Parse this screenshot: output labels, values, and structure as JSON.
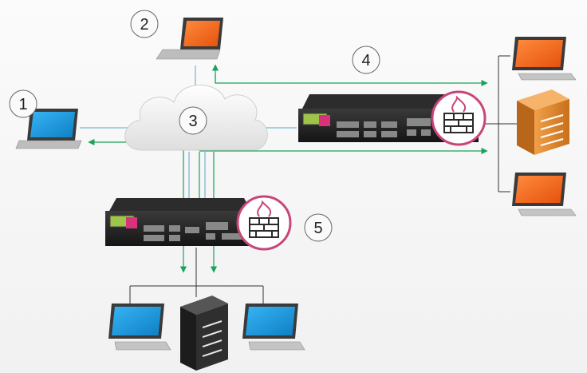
{
  "diagram": {
    "steps": [
      {
        "id": "step-1",
        "label": "1"
      },
      {
        "id": "step-2",
        "label": "2"
      },
      {
        "id": "step-3",
        "label": "3"
      },
      {
        "id": "step-4",
        "label": "4"
      },
      {
        "id": "step-5",
        "label": "5"
      }
    ],
    "colors": {
      "flow_arrow": "#1aa35a",
      "link_line": "#5aa6c8",
      "firewall_badge_border": "#c8457a",
      "laptop_blue_screen": "#1e9be0",
      "laptop_orange_screen": "#ff6a1a",
      "server_orange": "#e8892a",
      "server_dark": "#2a2a2a",
      "cloud": "#e9e9e9",
      "appliance": "#222222"
    },
    "icons": {
      "laptop_blue": "laptop-icon",
      "laptop_orange": "laptop-icon",
      "cloud": "cloud-icon",
      "firewall": "firewall-icon",
      "appliance": "network-appliance-icon",
      "server": "server-tower-icon",
      "monitor": "monitor-icon"
    }
  }
}
